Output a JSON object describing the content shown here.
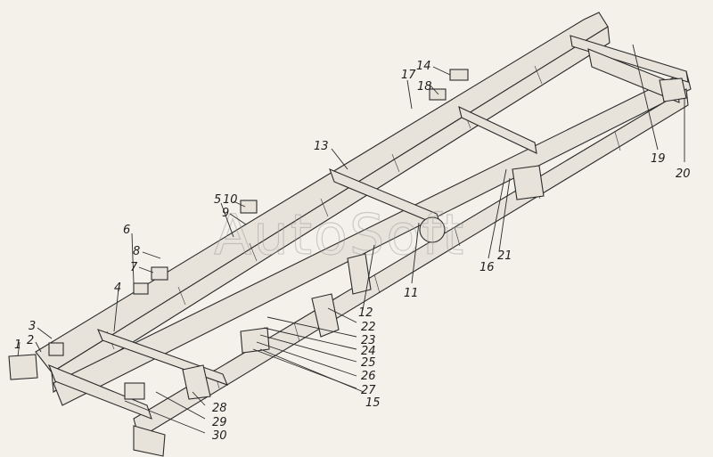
{
  "figure": {
    "watermark": "AutoSoft",
    "callouts": [
      {
        "id": "c1",
        "text": "1"
      },
      {
        "id": "c2",
        "text": "2"
      },
      {
        "id": "c3",
        "text": "3"
      },
      {
        "id": "c4",
        "text": "4"
      },
      {
        "id": "c5",
        "text": "5"
      },
      {
        "id": "c6",
        "text": "6"
      },
      {
        "id": "c7",
        "text": "7"
      },
      {
        "id": "c8",
        "text": "8"
      },
      {
        "id": "c9",
        "text": "9"
      },
      {
        "id": "c10",
        "text": "10"
      },
      {
        "id": "c11",
        "text": "11"
      },
      {
        "id": "c12",
        "text": "12"
      },
      {
        "id": "c13",
        "text": "13"
      },
      {
        "id": "c14",
        "text": "14"
      },
      {
        "id": "c15",
        "text": "15"
      },
      {
        "id": "c16",
        "text": "16"
      },
      {
        "id": "c17",
        "text": "17"
      },
      {
        "id": "c18",
        "text": "18"
      },
      {
        "id": "c19",
        "text": "19"
      },
      {
        "id": "c20",
        "text": "20"
      },
      {
        "id": "c21",
        "text": "21"
      },
      {
        "id": "c22",
        "text": "22"
      },
      {
        "id": "c23",
        "text": "23"
      },
      {
        "id": "c24",
        "text": "24"
      },
      {
        "id": "c25",
        "text": "25"
      },
      {
        "id": "c26",
        "text": "26"
      },
      {
        "id": "c27",
        "text": "27"
      },
      {
        "id": "c28",
        "text": "28"
      },
      {
        "id": "c29",
        "text": "29"
      },
      {
        "id": "c30",
        "text": "30"
      }
    ]
  }
}
